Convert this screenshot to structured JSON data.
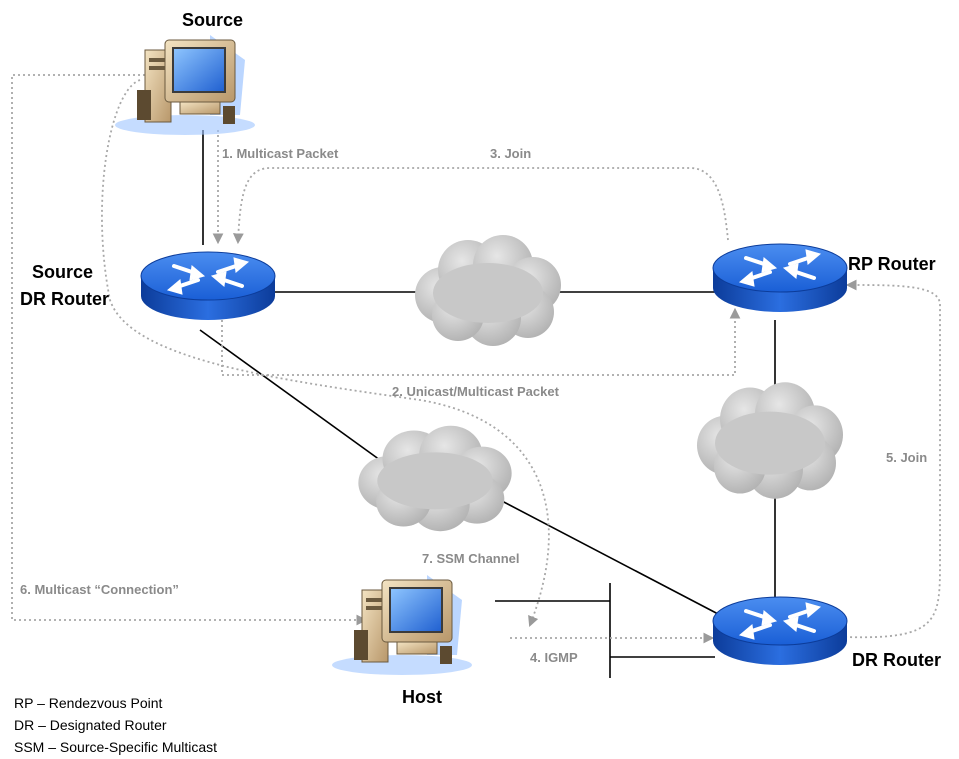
{
  "nodes": {
    "source": {
      "label": "Source"
    },
    "source_dr_router": {
      "label_line1": "Source",
      "label_line2": "DR Router"
    },
    "rp_router": {
      "label": "RP Router"
    },
    "dr_router": {
      "label": "DR Router"
    },
    "host": {
      "label": "Host"
    }
  },
  "flows": {
    "step1": "1. Multicast Packet",
    "step2": "2. Unicast/Multicast Packet",
    "step3": "3. Join",
    "step4": "4. IGMP",
    "step5": "5. Join",
    "step6": "6. Multicast “Connection”",
    "step7": "7. SSM Channel"
  },
  "legend": [
    "RP – Rendezvous Point",
    "DR – Designated Router",
    "SSM – Source-Specific Multicast"
  ],
  "colors": {
    "router_body": "#1a5fd6",
    "cloud": "#c8c8c8",
    "flow_arrow": "#a8a8a8",
    "link": "#000000"
  }
}
